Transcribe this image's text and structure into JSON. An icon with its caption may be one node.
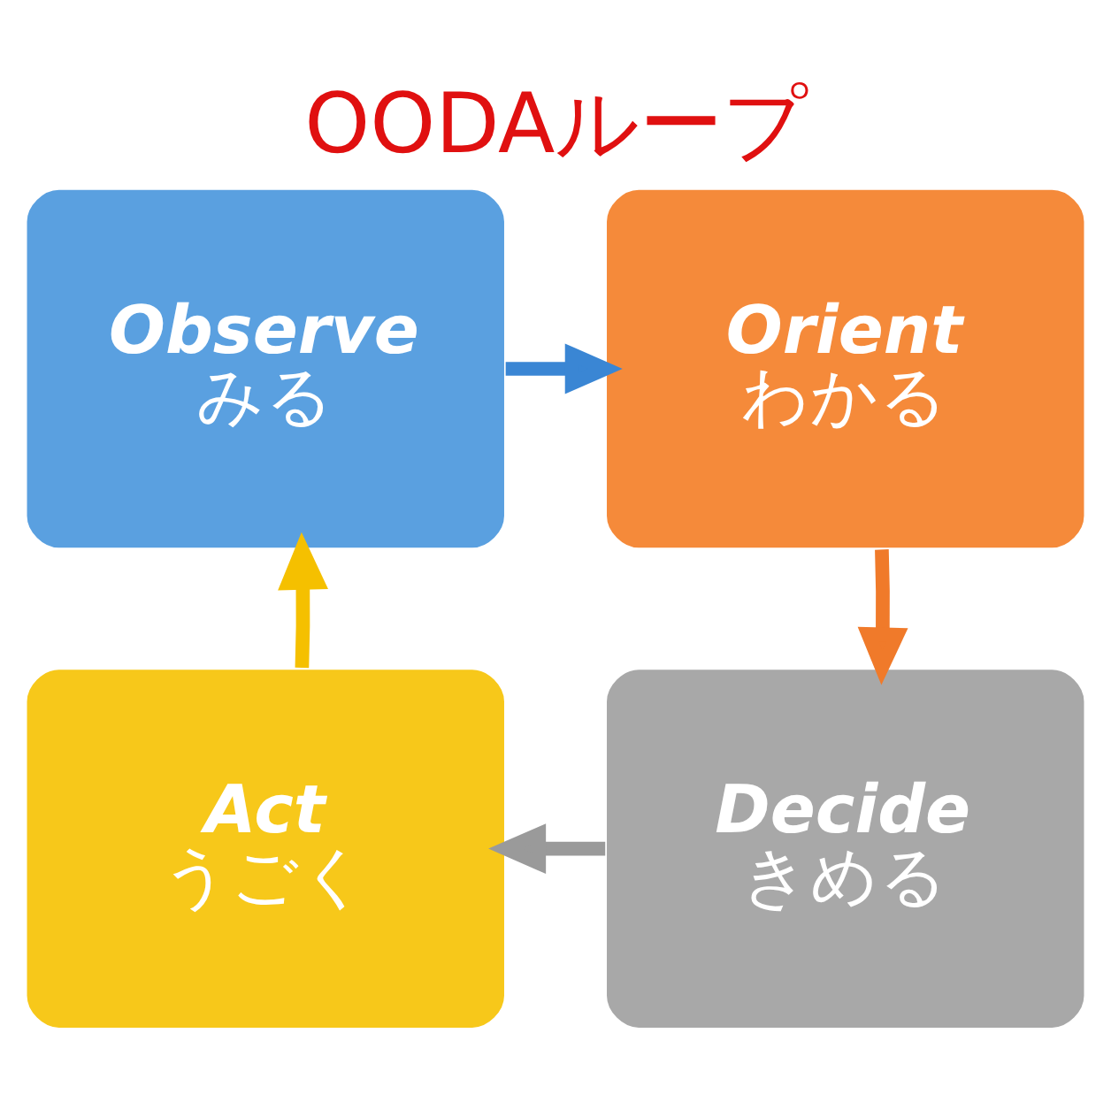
{
  "diagram": {
    "title": "OODAループ",
    "nodes": [
      {
        "text": [
          "Observe",
          "みる"
        ]
      },
      {
        "text": [
          "Orient",
          "わかる"
        ]
      },
      {
        "text": [
          "Decide",
          "きめる"
        ]
      },
      {
        "text": [
          "Act",
          "うごく"
        ]
      }
    ],
    "edges": [
      {
        "from": 0,
        "to": 1,
        "arrow": "to",
        "color": "#3a86d4"
      },
      {
        "from": 1,
        "to": 2,
        "arrow": "to",
        "color": "#f07a2a"
      },
      {
        "from": 2,
        "to": 3,
        "arrow": "to",
        "color": "#9a9a9a"
      },
      {
        "from": 3,
        "to": 0,
        "arrow": "to",
        "color": "#f5c000"
      }
    ]
  }
}
